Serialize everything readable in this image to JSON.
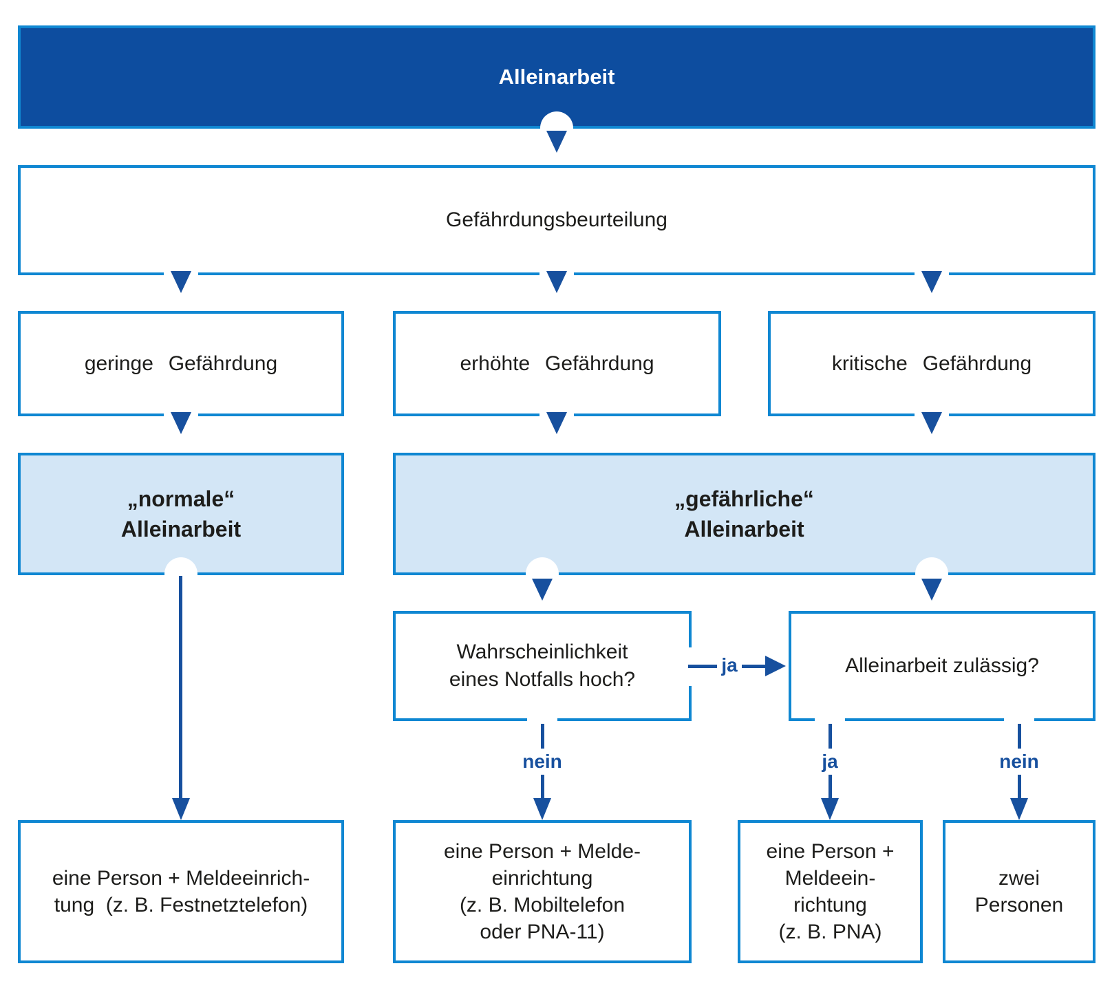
{
  "palette": {
    "dark_blue_fill": "#0d4d9f",
    "connector_blue": "#17509e",
    "border_blue": "#0f87d2",
    "light_blue_fill": "#d3e6f6",
    "text_color": "#1d1d1b"
  },
  "nodes": {
    "header": {
      "label": "Alleinarbeit"
    },
    "assessment": {
      "label": "Gefährdungsbeurteilung"
    },
    "hazard_low": {
      "label": "geringe Gefährdung"
    },
    "hazard_elevated": {
      "label": "erhöhte Gefährdung"
    },
    "hazard_critical": {
      "label": "kritische Gefährdung"
    },
    "normal_lone_work": {
      "lines": [
        "„normale“",
        "Alleinarbeit"
      ]
    },
    "dangerous_lone_work": {
      "lines": [
        "„gefährliche“",
        "Alleinarbeit"
      ]
    },
    "emergency_probability": {
      "lines": [
        "Wahrscheinlichkeit",
        "eines Notfalls hoch?"
      ]
    },
    "lone_work_permissible": {
      "label": "Alleinarbeit zulässig?"
    },
    "outcome_normal": {
      "lines": [
        "eine Person + Meldeeinrich-",
        "tung  (z. B. Festnetztelefon)"
      ]
    },
    "outcome_high_probability": {
      "lines": [
        "eine Person + Melde-",
        "einrichtung",
        "(z. B. Mobiltelefon",
        "oder PNA-11)"
      ]
    },
    "outcome_permissible": {
      "lines": [
        "eine Person +",
        "Meldeein-",
        "richtung",
        "(z. B. PNA)"
      ]
    },
    "outcome_not_permissible": {
      "lines": [
        "zwei",
        "Personen"
      ]
    }
  },
  "edge_labels": {
    "ja_to_permissible": "ja",
    "nein_below_probability": "nein",
    "ja_below_permissible": "ja",
    "nein_below_permissible": "nein"
  }
}
